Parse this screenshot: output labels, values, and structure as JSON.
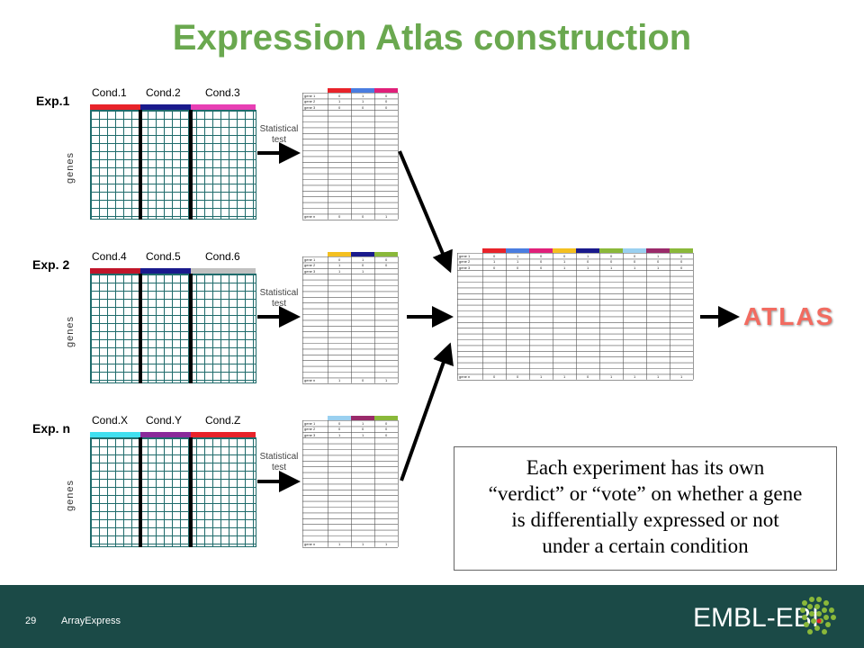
{
  "slide": {
    "title": "Expression Atlas construction",
    "page_number": "29",
    "footer_text": "ArrayExpress",
    "logo_text": "EMBL-EBI",
    "atlas_label": "ATLAS",
    "verdict_lines": [
      "Each experiment has its own",
      "“verdict” or “vote” on whether a gene",
      "is differentially expressed or not",
      "under a certain condition"
    ]
  },
  "experiments": [
    {
      "label": "Exp.1",
      "genes_label": "genes",
      "stat_label_1": "Statistical",
      "stat_label_2": "test",
      "conditions": [
        "Cond.1",
        "Cond.2",
        "Cond.3"
      ],
      "condition_colors": [
        "#e8232a",
        "#1a1a8c",
        "#e83fb4"
      ],
      "header_colors": [
        "#e8232a",
        "#4a7de0",
        "#e0207a"
      ],
      "rows": [
        {
          "name": "gene 1",
          "values": [
            "0",
            "1",
            "0"
          ]
        },
        {
          "name": "gene 2",
          "values": [
            "1",
            "1",
            "0"
          ]
        },
        {
          "name": "gene 3",
          "values": [
            "0",
            "0",
            "0"
          ]
        }
      ],
      "last_row": {
        "name": "gene n",
        "values": [
          "0",
          "0",
          "1"
        ]
      }
    },
    {
      "label": "Exp. 2",
      "genes_label": "genes",
      "stat_label_1": "Statistical",
      "stat_label_2": "test",
      "conditions": [
        "Cond.4",
        "Cond.5",
        "Cond.6"
      ],
      "condition_colors": [
        "#c0152a",
        "#1a1a8c",
        "#c0c0c0"
      ],
      "header_colors": [
        "#f4c020",
        "#1a1a8c",
        "#8ab83a"
      ],
      "rows": [
        {
          "name": "gene 1",
          "values": [
            "0",
            "1",
            "0"
          ]
        },
        {
          "name": "gene 2",
          "values": [
            "1",
            "0",
            "0"
          ]
        },
        {
          "name": "gene 3",
          "values": [
            "1",
            "1",
            ""
          ]
        }
      ],
      "last_row": {
        "name": "gene n",
        "values": [
          "1",
          "0",
          "1"
        ]
      }
    },
    {
      "label": "Exp. n",
      "genes_label": "genes",
      "stat_label_1": "Statistical",
      "stat_label_2": "test",
      "conditions": [
        "Cond.X",
        "Cond.Y",
        "Cond.Z"
      ],
      "condition_colors": [
        "#40e0f0",
        "#8a2a9a",
        "#e8232a"
      ],
      "header_colors": [
        "#9ad0f0",
        "#9a2a6a",
        "#8ab83a"
      ],
      "rows": [
        {
          "name": "gene 1",
          "values": [
            "0",
            "1",
            "0"
          ]
        },
        {
          "name": "gene 2",
          "values": [
            "0",
            "0",
            "0"
          ]
        },
        {
          "name": "gene 3",
          "values": [
            "1",
            "1",
            "0"
          ]
        }
      ],
      "last_row": {
        "name": "gene n",
        "values": [
          "1",
          "1",
          "1"
        ]
      }
    }
  ],
  "atlas_table": {
    "header_colors": [
      "#e8232a",
      "#4a7de0",
      "#e0207a",
      "#f4c020",
      "#1a1a8c",
      "#8ab83a",
      "#9ad0f0",
      "#9a2a6a",
      "#8ab83a"
    ],
    "rows": [
      {
        "name": "gene 1",
        "values": [
          "0",
          "1",
          "0",
          "0",
          "1",
          "0",
          "0",
          "1",
          "0"
        ]
      },
      {
        "name": "gene 2",
        "values": [
          "1",
          "1",
          "0",
          "1",
          "0",
          "0",
          "0",
          "0",
          "0"
        ]
      },
      {
        "name": "gene 3",
        "values": [
          "0",
          "0",
          "0",
          "1",
          "1",
          "1",
          "1",
          "1",
          "0"
        ]
      }
    ],
    "last_row": {
      "name": "gene n",
      "values": [
        "0",
        "0",
        "1",
        "1",
        "0",
        "1",
        "1",
        "1",
        "1"
      ]
    }
  }
}
